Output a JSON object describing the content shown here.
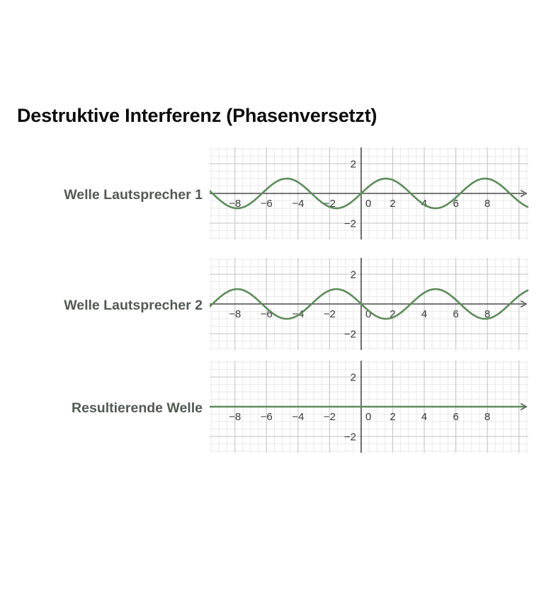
{
  "page": {
    "title": "Destruktive Interferenz (Phasenversetzt)",
    "background": "#ffffff"
  },
  "colors": {
    "title_text": "#0d0d0d",
    "label_text": "#545954",
    "wave_stroke": "#5d8c5a",
    "axis_line": "#4a4a4a",
    "grid_major": "#c9c9c9",
    "grid_minor": "#eaeaea",
    "tick_text": "#3a3a3a"
  },
  "rows": [
    {
      "label": "Welle Lautsprecher 1",
      "chart_key": "wave1"
    },
    {
      "label": "Welle Lautsprecher 2",
      "chart_key": "wave2"
    },
    {
      "label": "Resultierende Welle",
      "chart_key": "result"
    }
  ],
  "axis": {
    "x_ticks": [
      "-8",
      "-6",
      "-4",
      "-2",
      "0",
      "2",
      "4",
      "6",
      "8"
    ],
    "x_tick_labels": [
      "−8",
      "−6",
      "−4",
      "−2",
      "0",
      "2",
      "4",
      "6",
      "8"
    ],
    "y_tick_labels": [
      "2",
      "−2"
    ],
    "y_ticks": [
      2,
      -2
    ],
    "xlim": [
      -9.6,
      10.6
    ],
    "ylim": [
      -3.1,
      3.1
    ],
    "grid_major_step": 2,
    "grid_minor_step": 0.5,
    "grid": true,
    "arrow_right": true
  },
  "chart_data": [
    {
      "id": "wave1",
      "type": "line",
      "title": "Welle Lautsprecher 1",
      "xlabel": "",
      "ylabel": "",
      "xlim": [
        -9.6,
        10.6
      ],
      "ylim": [
        -3.1,
        3.1
      ],
      "grid": true,
      "legend": "none",
      "series": [
        {
          "name": "Welle Lautsprecher 1",
          "formula": "y = sin(x)",
          "amplitude": 1,
          "period": 6.283,
          "phase": 0,
          "color": "#5d8c5a",
          "x": [
            -9.6,
            -9.0,
            -8.0,
            -7.85,
            -7.0,
            -6.28,
            -6.0,
            -4.71,
            -4.0,
            -3.14,
            -2.0,
            -1.57,
            -1.0,
            0.0,
            1.0,
            1.57,
            2.0,
            3.14,
            4.0,
            4.71,
            5.0,
            6.28,
            7.0,
            7.85,
            8.0,
            9.0,
            10.0,
            10.6
          ],
          "y": [
            0.17,
            -0.41,
            -0.99,
            -1.0,
            -0.66,
            0.0,
            0.28,
            1.0,
            0.76,
            0.0,
            -0.91,
            -1.0,
            -0.84,
            0.0,
            0.84,
            1.0,
            0.91,
            0.0,
            -0.76,
            -1.0,
            -0.96,
            0.0,
            0.66,
            1.0,
            0.99,
            0.41,
            -0.54,
            -0.92
          ]
        }
      ]
    },
    {
      "id": "wave2",
      "type": "line",
      "title": "Welle Lautsprecher 2",
      "xlabel": "",
      "ylabel": "",
      "xlim": [
        -9.6,
        10.6
      ],
      "ylim": [
        -3.1,
        3.1
      ],
      "grid": true,
      "legend": "none",
      "series": [
        {
          "name": "Welle Lautsprecher 2",
          "formula": "y = -sin(x)",
          "amplitude": 1,
          "period": 6.283,
          "phase": 3.1416,
          "color": "#5d8c5a",
          "x": [
            -9.6,
            -9.0,
            -8.0,
            -7.85,
            -7.0,
            -6.28,
            -6.0,
            -4.71,
            -4.0,
            -3.14,
            -2.0,
            -1.57,
            -1.0,
            0.0,
            1.0,
            1.57,
            2.0,
            3.14,
            4.0,
            4.71,
            5.0,
            6.28,
            7.0,
            7.85,
            8.0,
            9.0,
            10.0,
            10.6
          ],
          "y": [
            -0.17,
            0.41,
            0.99,
            1.0,
            0.66,
            0.0,
            -0.28,
            -1.0,
            -0.76,
            0.0,
            0.91,
            1.0,
            0.84,
            0.0,
            -0.84,
            -1.0,
            -0.91,
            0.0,
            0.76,
            1.0,
            0.96,
            0.0,
            -0.66,
            -1.0,
            -0.99,
            -0.41,
            0.54,
            0.92
          ]
        }
      ]
    },
    {
      "id": "result",
      "type": "line",
      "title": "Resultierende Welle",
      "xlabel": "",
      "ylabel": "",
      "xlim": [
        -9.6,
        10.6
      ],
      "ylim": [
        -3.1,
        3.1
      ],
      "grid": true,
      "legend": "none",
      "series": [
        {
          "name": "Resultierende Welle",
          "formula": "y = 0",
          "amplitude": 0,
          "period": 0,
          "phase": 0,
          "color": "#5d8c5a",
          "x": [
            -9.6,
            10.6
          ],
          "y": [
            0,
            0
          ]
        }
      ]
    }
  ]
}
